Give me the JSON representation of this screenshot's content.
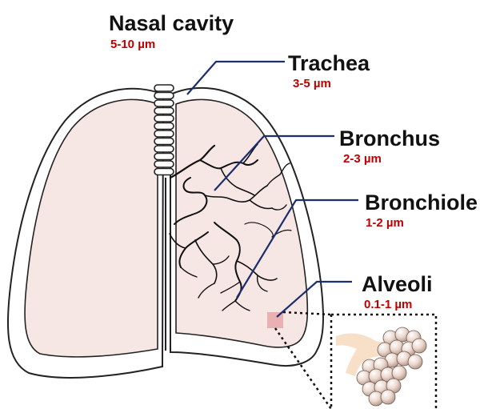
{
  "colors": {
    "lung_fill": "#f6e6e4",
    "outline": "#222222",
    "leader_line": "#1c2e6e",
    "size_text": "#c00000",
    "alveoli_box": "#e8a7a9",
    "alveolus_fill": "#ecd9cf",
    "alveolar_duct": "#f8dfc8"
  },
  "regions": [
    {
      "name": "Nasal cavity",
      "size": "5-10 µm"
    },
    {
      "name": "Trachea",
      "size": "3-5 µm"
    },
    {
      "name": "Bronchus",
      "size": "2-3 µm"
    },
    {
      "name": "Bronchiole",
      "size": "1-2 µm"
    },
    {
      "name": "Alveoli",
      "size": "0.1-1 µm"
    }
  ]
}
